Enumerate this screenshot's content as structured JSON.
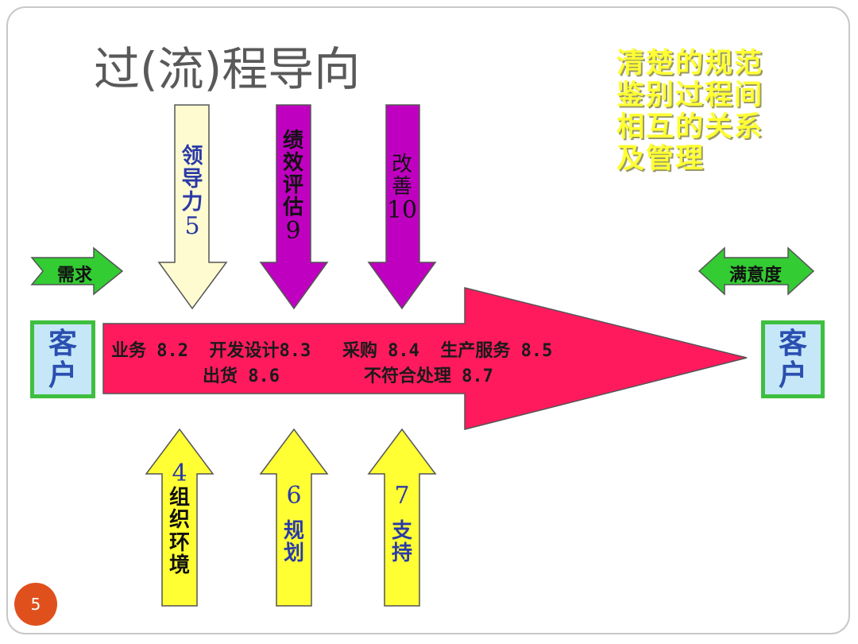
{
  "title": "过(流)程导向",
  "note": [
    "清楚的规范",
    "鉴别过程间",
    "相互的关系",
    "及管理"
  ],
  "top_arrows": [
    {
      "chars": [
        "领",
        "导",
        "力"
      ],
      "number": "5"
    },
    {
      "chars": [
        "绩",
        "效",
        "评",
        "估"
      ],
      "number": "9"
    },
    {
      "chars": [
        "改",
        "善"
      ],
      "number": "10"
    }
  ],
  "bottom_arrows": [
    {
      "number": "4",
      "chars": [
        "组",
        "织",
        "环",
        "境"
      ]
    },
    {
      "number": "6",
      "chars": [
        "规",
        "划"
      ]
    },
    {
      "number": "7",
      "chars": [
        "支",
        "持"
      ]
    }
  ],
  "main_arrow": {
    "line1": "业务 8.2  开发设计8.3   采购 8.4  生产服务 8.5",
    "line2": "出货 8.6        不符合处理 8.7"
  },
  "left_arrow_label": "需求",
  "right_arrow_label": "满意度",
  "customer_left": [
    "客",
    "户"
  ],
  "customer_right": [
    "客",
    "户"
  ],
  "page_number": "5",
  "colors": {
    "main_arrow": "#ff1a5e",
    "top_yellow": "#fffbd0",
    "top_purple": "#c000c0",
    "bottom_yellow": "#ffff33",
    "green": "#33cc33",
    "customer_border": "#3fbf3f",
    "customer_fill": "#c5e7f7"
  }
}
